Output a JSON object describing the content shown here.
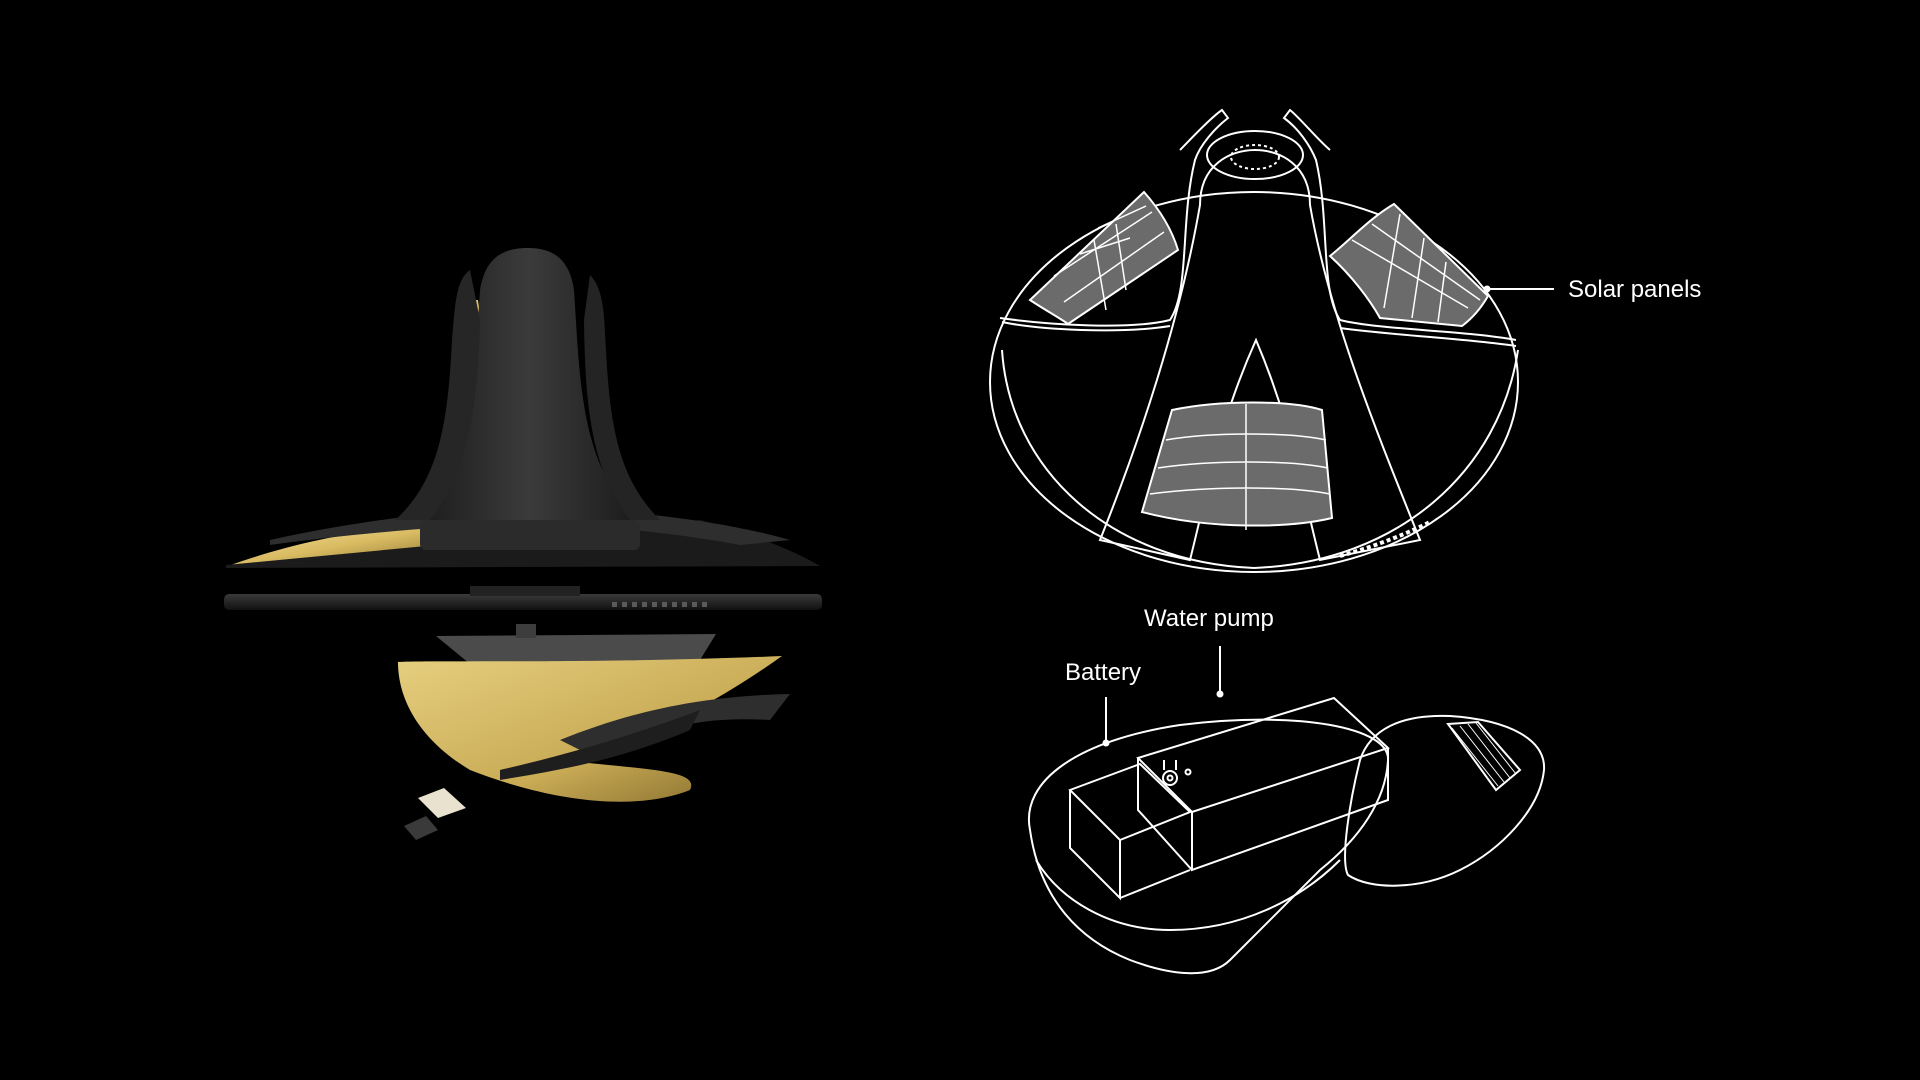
{
  "labels": {
    "solar_panels": "Solar panels",
    "water_pump": "Water pump",
    "battery": "Battery"
  },
  "colors": {
    "background": "#000000",
    "line": "#ffffff",
    "panel_fill": "#6b6b6b",
    "gold_accent": "#e9d48a",
    "dark_body": "#2a2a2a"
  },
  "icons": {
    "exploded_render": "exploded-3d-render-illustration",
    "top_assembly": "top-assembly-line-drawing",
    "base_assembly": "base-assembly-line-drawing"
  }
}
